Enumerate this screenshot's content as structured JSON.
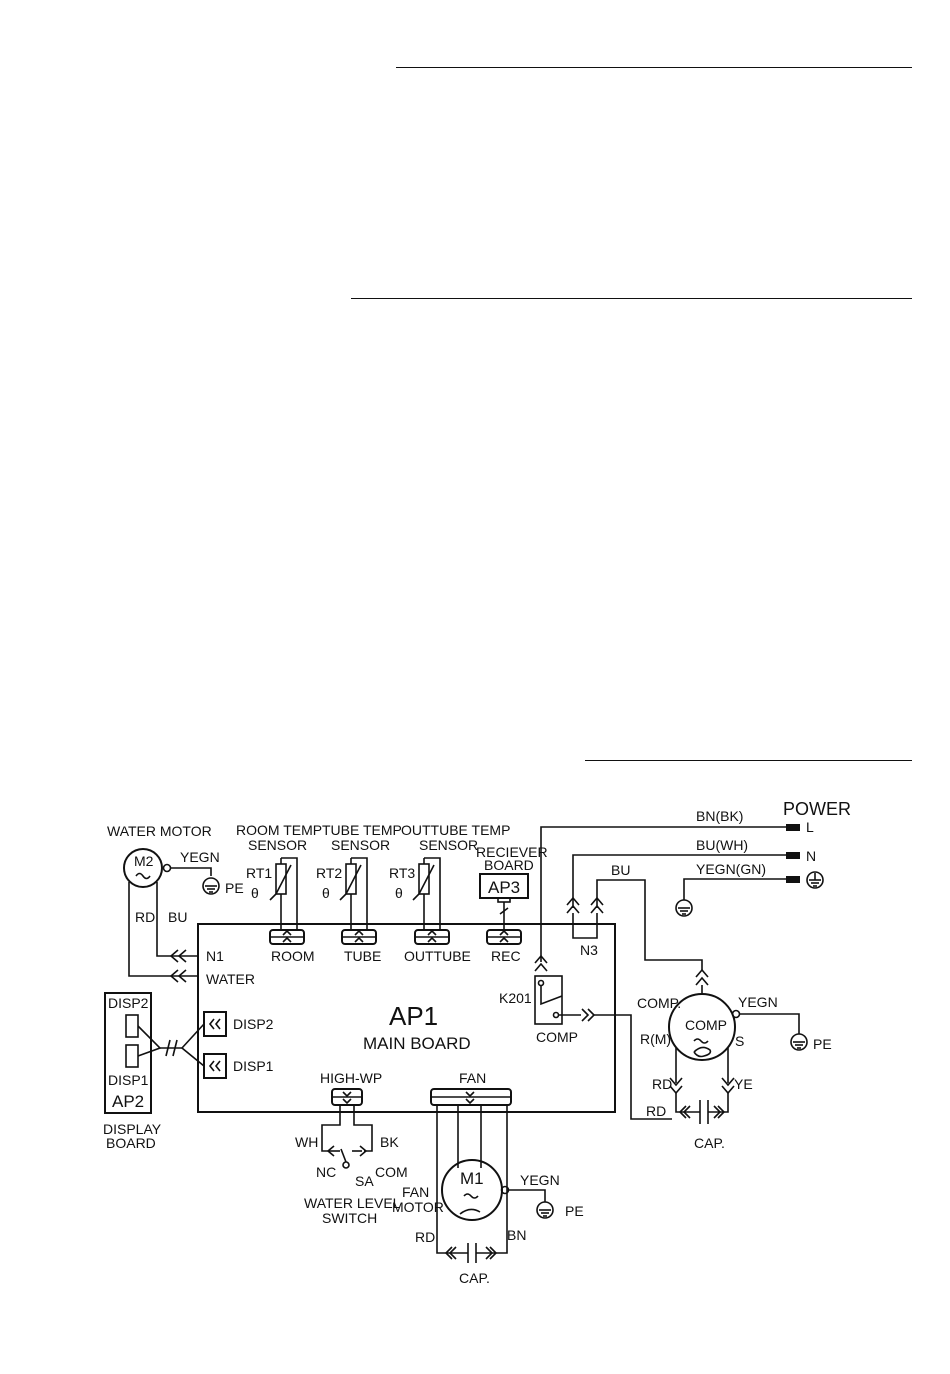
{
  "labels": {
    "power": "POWER",
    "L": "L",
    "N": "N",
    "bn_bk": "BN(BK)",
    "bu_wh": "BU(WH)",
    "yegn_gn": "YEGN(GN)",
    "bu": "BU",
    "n3": "N3",
    "water_motor": "WATER MOTOR",
    "m2": "M2",
    "yegn_m2": "YEGN",
    "pe_m2": "PE",
    "rd_m2": "RD",
    "bu_m2": "BU",
    "room_temp_1": "ROOM TEMP",
    "room_temp_2": "SENSOR",
    "tube_temp_1": "TUBE TEMP",
    "tube_temp_2": "SENSOR",
    "outtube_temp_1": "OUTTUBE TEMP",
    "outtube_temp_2": "SENSOR",
    "receiver_1": "RECIEVER",
    "receiver_2": "BOARD",
    "rt1": "RT1",
    "rt2": "RT2",
    "rt3": "RT3",
    "ap3": "AP3",
    "room": "ROOM",
    "tube": "TUBE",
    "outtube": "OUTTUBE",
    "rec": "REC",
    "n1": "N1",
    "water": "WATER",
    "disp2_port": "DISP2",
    "disp1_port": "DISP1",
    "ap1": "AP1",
    "main_board": "MAIN BOARD",
    "k201": "K201",
    "comp_relay": "COMP",
    "disp2_left": "DISP2",
    "disp1_left": "DISP1",
    "ap2": "AP2",
    "display_1": "DISPLAY",
    "display_2": "BOARD",
    "high_wp": "HIGH-WP",
    "fan": "FAN",
    "wh": "WH",
    "bk": "BK",
    "nc": "NC",
    "sa": "SA",
    "com": "COM",
    "wls_1": "WATER LEVEL",
    "wls_2": "SWITCH",
    "m1": "M1",
    "fan_motor_1": "FAN",
    "fan_motor_2": "MOTOR",
    "yegn_m1": "YEGN",
    "pe_m1": "PE",
    "rd_m1": "RD",
    "bn_m1": "BN",
    "cap_fan": "CAP.",
    "comp_dot": "COMP.",
    "comp_circle": "COMP",
    "yegn_comp": "YEGN",
    "pe_comp": "PE",
    "r_m": "R(M)",
    "s": "S",
    "rd_comp": "RD",
    "ye_comp": "YE",
    "rd_cap": "RD",
    "cap_comp": "CAP."
  }
}
